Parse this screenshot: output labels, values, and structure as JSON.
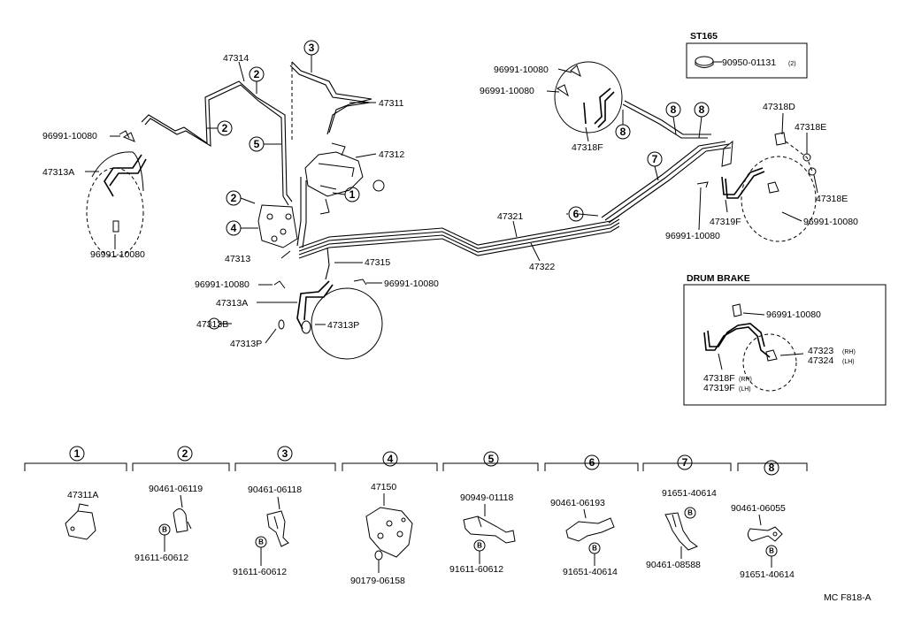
{
  "inset_st165": {
    "title": "ST165",
    "part": "90950-01131",
    "qty": "(2)"
  },
  "inset_drum": {
    "title": "DRUM BRAKE",
    "clip": "96991-10080",
    "p1": "47323",
    "p1s": "(RH)",
    "p2": "47324",
    "p2s": "(LH)",
    "p3": "47318F",
    "p3s": "(RH)",
    "p4": "47319F",
    "p4s": "(LH)"
  },
  "labels": {
    "p47314": "47314",
    "p47311": "47311",
    "p47312": "47312",
    "p96991_a": "96991-10080",
    "p47313A_a": "47313A",
    "p96991_b": "96991-10080",
    "p47313": "47313",
    "p47315": "47315",
    "p96991_c": "96991-10080",
    "p96991_d": "96991-10080",
    "p47313A_b": "47313A",
    "p47313B": "47313B",
    "p47313P_a": "47313P",
    "p47313P_b": "47313P",
    "p47321": "47321",
    "p47322": "47322",
    "p96991_e": "96991-10080",
    "p96991_f": "96991-10080",
    "p47318F": "47318F",
    "p47318D": "47318D",
    "p47318E_a": "47318E",
    "p47318E_b": "47318E",
    "p47319F": "47319F",
    "p96991_g": "96991-10080",
    "p96991_h": "96991-10080"
  },
  "callouts": [
    "1",
    "2",
    "2",
    "2",
    "3",
    "4",
    "5",
    "6",
    "7",
    "8",
    "8",
    "8"
  ],
  "legend": [
    {
      "num": "1",
      "parts": [
        "47311A"
      ]
    },
    {
      "num": "2",
      "parts": [
        "90461-06119",
        "91611-60612"
      ]
    },
    {
      "num": "3",
      "parts": [
        "90461-06118",
        "91611-60612"
      ]
    },
    {
      "num": "4",
      "parts": [
        "47150",
        "90179-06158"
      ]
    },
    {
      "num": "5",
      "parts": [
        "90949-01118",
        "91611-60612"
      ]
    },
    {
      "num": "6",
      "parts": [
        "90461-06193",
        "91651-40614"
      ]
    },
    {
      "num": "7",
      "parts": [
        "91651-40614",
        "90461-08588"
      ]
    },
    {
      "num": "8",
      "parts": [
        "90461-06055",
        "91651-40614"
      ]
    }
  ],
  "bolt_mark": "B",
  "diagram_code": "MC F818-A"
}
